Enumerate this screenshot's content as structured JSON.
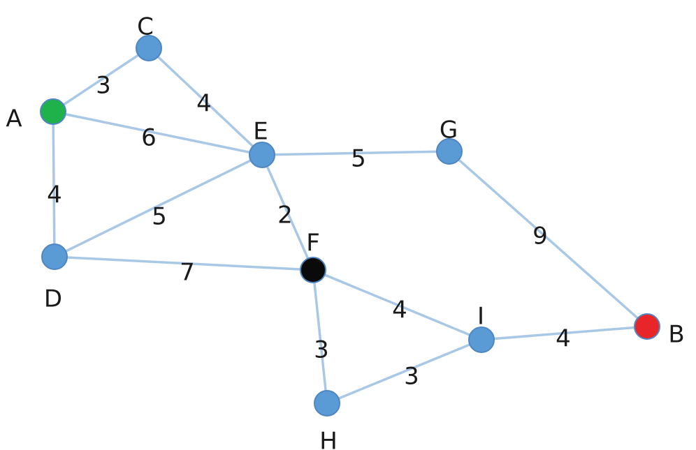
{
  "colors": {
    "edge": "#a9c8e6",
    "node_default": "#5b9bd5",
    "node_start": "#1fb24a",
    "node_end": "#e8262a",
    "node_current": "#0a0a0a",
    "text": "#1a1a1a"
  },
  "nodes": [
    {
      "id": "A",
      "label": "A",
      "color_role": "node_start"
    },
    {
      "id": "B",
      "label": "B",
      "color_role": "node_end"
    },
    {
      "id": "C",
      "label": "C",
      "color_role": "node_default"
    },
    {
      "id": "D",
      "label": "D",
      "color_role": "node_default"
    },
    {
      "id": "E",
      "label": "E",
      "color_role": "node_default"
    },
    {
      "id": "F",
      "label": "F",
      "color_role": "node_current"
    },
    {
      "id": "G",
      "label": "G",
      "color_role": "node_default"
    },
    {
      "id": "H",
      "label": "H",
      "color_role": "node_default"
    },
    {
      "id": "I",
      "label": "I",
      "color_role": "node_default"
    }
  ],
  "edges": [
    {
      "from": "A",
      "to": "C",
      "weight": "3"
    },
    {
      "from": "C",
      "to": "E",
      "weight": "4"
    },
    {
      "from": "A",
      "to": "E",
      "weight": "6"
    },
    {
      "from": "A",
      "to": "D",
      "weight": "4"
    },
    {
      "from": "D",
      "to": "E",
      "weight": "5"
    },
    {
      "from": "E",
      "to": "G",
      "weight": "5"
    },
    {
      "from": "E",
      "to": "F",
      "weight": "2"
    },
    {
      "from": "D",
      "to": "F",
      "weight": "7"
    },
    {
      "from": "G",
      "to": "B",
      "weight": "9"
    },
    {
      "from": "F",
      "to": "I",
      "weight": "4"
    },
    {
      "from": "F",
      "to": "H",
      "weight": "3"
    },
    {
      "from": "H",
      "to": "I",
      "weight": "3"
    },
    {
      "from": "I",
      "to": "B",
      "weight": "4"
    }
  ]
}
